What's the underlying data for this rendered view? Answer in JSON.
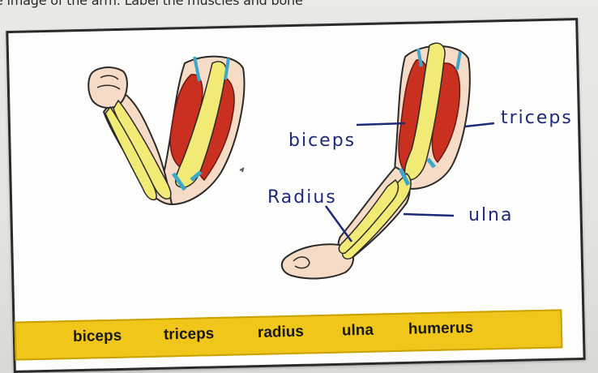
{
  "instruction": "e image of the arm. Label the muscles and bone",
  "labels": {
    "biceps": "biceps",
    "triceps": "triceps",
    "radius": "Radius",
    "ulna": "ulna"
  },
  "word_bank": [
    "biceps",
    "triceps",
    "radius",
    "ulna",
    "humerus"
  ],
  "colors": {
    "muscle": "#c9301f",
    "bone": "#f1ea74",
    "skin": "#f6dcc6",
    "tendon": "#3ea6c8",
    "word_bank_bg": "#f0c61a",
    "handwriting": "#1c2a78"
  }
}
